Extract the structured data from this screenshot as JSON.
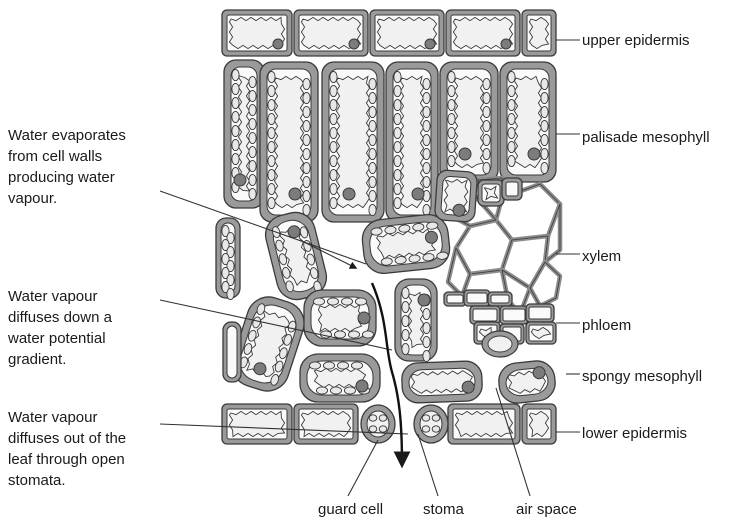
{
  "labels": {
    "upper_epidermis": "upper epidermis",
    "palisade_mesophyll": "palisade mesophyll",
    "xylem": "xylem",
    "phloem": "phloem",
    "spongy_mesophyll": "spongy mesophyll",
    "lower_epidermis": "lower epidermis",
    "guard_cell": "guard cell",
    "stoma": "stoma",
    "air_space": "air space"
  },
  "notes": {
    "evaporation": [
      "Water evaporates",
      "from cell walls",
      "producing water",
      "vapour."
    ],
    "diffusion": [
      "Water vapour",
      "diffuses down a",
      "water potential",
      "gradient."
    ],
    "exit": [
      "Water vapour",
      "diffuses out of the",
      "leaf through open",
      "stomata."
    ]
  },
  "colors": {
    "cell_wall": "#9a9a9a",
    "cell_outline": "#3a3a3a",
    "vacuole": "#f1f1f1",
    "nucleus": "#7c7c7c",
    "chloroplast": "#e8e8e8",
    "xylem_wall": "#8c8c8c",
    "line": "#333333"
  }
}
